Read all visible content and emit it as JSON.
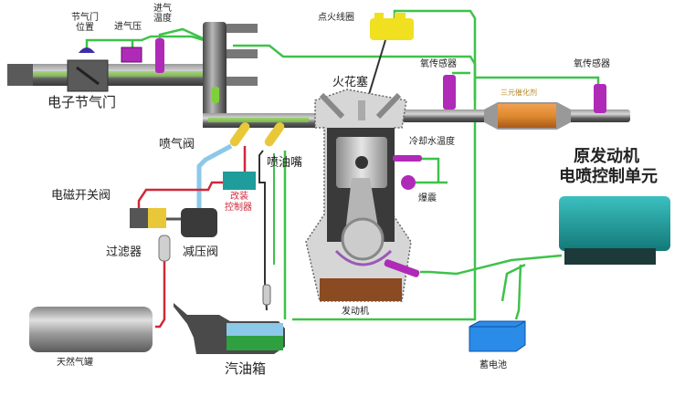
{
  "title": "原发动机电喷系统 / 天然气改装示意图",
  "labels": {
    "throttle_position": "节气门\n位置",
    "intake_pressure": "进气压",
    "intake_temp": "进气\n温度",
    "electronic_throttle": "电子节气门",
    "ignition_coil": "点火线圈",
    "spark_plug": "火花塞",
    "oxygen_sensor_1": "氧传感器",
    "oxygen_sensor_2": "氧传感器",
    "catalytic_converter": "三元催化剂",
    "coolant_temp": "冷却水温度",
    "knock_sensor": "爆震",
    "ecu_line1": "原发动机",
    "ecu_line2": "电喷控制单元",
    "gas_injector": "喷气阀",
    "fuel_injector": "喷油嘴",
    "conversion_controller_line1": "改装",
    "conversion_controller_line2": "控制器",
    "solenoid_valve": "电磁开关阀",
    "filter": "过滤器",
    "pressure_reducer": "减压阀",
    "engine": "发动机",
    "gas_tank": "天然气罐",
    "fuel_tank": "汽油箱",
    "battery": "蓄电池"
  },
  "colors": {
    "signal_wire": "#3ec24a",
    "gas_line": "#8cc8e8",
    "power_wire": "#d0283a",
    "ecu": "#1f9c9c",
    "sensor": "#b02ab8",
    "coil": "#f0e020",
    "catalyst": "#e08a30",
    "battery": "#2a8ce8",
    "pipe": "#6a6a6a"
  }
}
